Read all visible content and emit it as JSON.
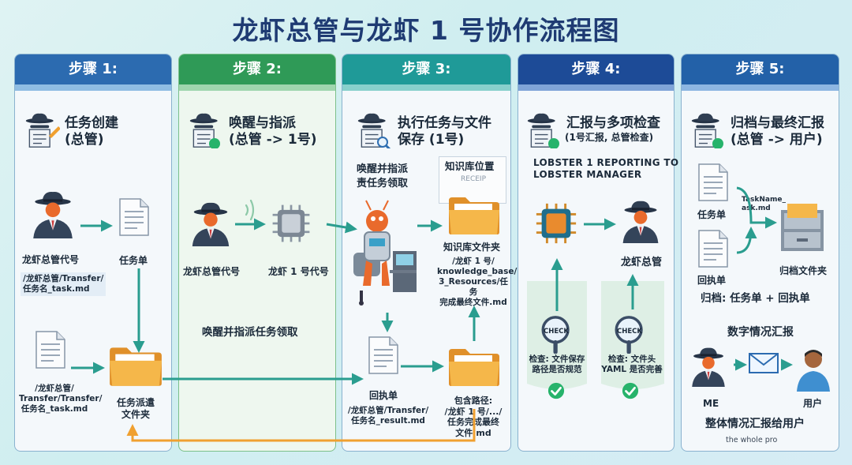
{
  "title": "龙虾总管与龙虾 1 号协作流程图",
  "steps": [
    {
      "label": "步骤 1:",
      "heading": [
        "任务创建",
        "(总管)"
      ]
    },
    {
      "label": "步骤 2:",
      "heading": [
        "唤醒与指派",
        "(总管 -> 1号)"
      ]
    },
    {
      "label": "步骤 3:",
      "heading": [
        "执行任务与文件",
        "保存 (1号)"
      ]
    },
    {
      "label": "步骤 4:",
      "heading": [
        "汇报与多项检查",
        "(1号汇报, 总管检查)"
      ]
    },
    {
      "label": "步骤 5:",
      "heading": [
        "归档与最终汇报",
        "(总管 -> 用户)"
      ]
    }
  ],
  "step1": {
    "agent_label": "龙虾总管代号",
    "agent_path": [
      "/龙虾总管/Transfer/",
      "任务名_task.md"
    ],
    "task_doc_label": "任务单",
    "file_path": [
      "/龙虾总管/",
      "Transfer/Transfer/",
      "任务名_task.md"
    ],
    "folder_label": [
      "任务派遣",
      "文件夹"
    ]
  },
  "step2": {
    "agent_label": "龙虾总管代号",
    "chip_label": "龙虾 1 号代号",
    "caption": "唤醒并指派任务领取"
  },
  "step3": {
    "wake_text": [
      "唤醒并指派",
      "责任务领取"
    ],
    "kb_title": "知识库位置",
    "kb_faded": "RECEIP",
    "kb_folder_label": "知识库文件夹",
    "kb_path": [
      "/龙虾 1 号/",
      "knowledge_base/",
      "3_Resources/任务",
      "完成最终文件.md"
    ],
    "result_label": "回执单",
    "result_path": [
      "/龙虾总管/Transfer/",
      "任务名_result.md"
    ],
    "include_path": [
      "包含路径:",
      "/龙虾 1 号/.../",
      "任务完成最终",
      "文件.md"
    ]
  },
  "step4": {
    "report_text": [
      "LOBSTER 1 REPORTING TO",
      "LOBSTER MANAGER"
    ],
    "manager_label": "龙虾总管",
    "check_word": "CHECK",
    "check1": [
      "检查: 文件保存",
      "路径是否规范"
    ],
    "check2": [
      "检查: 文件头",
      "YAML 是否完善"
    ]
  },
  "step5": {
    "task_label": "任务单",
    "receipt_label": "回执单",
    "file_name": [
      "TaskName_",
      "ask.md"
    ],
    "archive_folder": "归档文件夹",
    "archive_text": "归档: 任务单 + 回执单",
    "digital_title": "数字情况汇报",
    "me_label": "ME",
    "user_label": "用户",
    "summary": "整体情况汇报给用户",
    "summary_sub": "the whole pro"
  },
  "colors": {
    "title": "#1f3b73",
    "arrow": "#2a9d8f",
    "folder": "#f2a53a",
    "check": "#27b36b"
  }
}
